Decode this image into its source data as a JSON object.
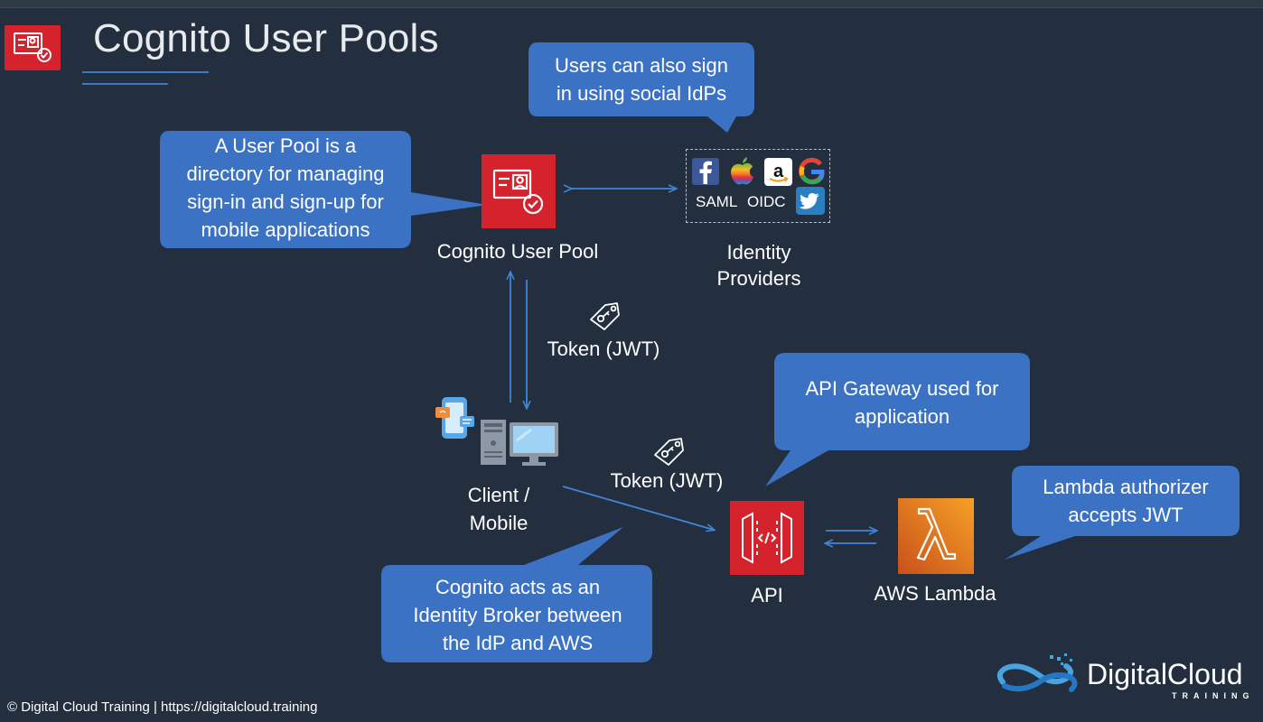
{
  "slide": {
    "title": "Cognito User Pools",
    "footer": "© Digital Cloud Training  | https://digitalcloud.training",
    "brand_name": "DigitalCloud",
    "brand_sub": "TRAINING"
  },
  "nodes": {
    "user_pool": "Cognito User Pool",
    "identity_providers_line1": "Identity",
    "identity_providers_line2": "Providers",
    "client_line1": "Client /",
    "client_line2": "Mobile",
    "api": "API",
    "lambda": "AWS Lambda"
  },
  "idp": {
    "saml": "SAML",
    "oidc": "OIDC"
  },
  "tokens": {
    "token_top": "Token (JWT)",
    "token_bottom": "Token (JWT)"
  },
  "callouts": {
    "user_pool_line1": "A User Pool is a",
    "user_pool_line2": "directory for managing",
    "user_pool_line3": "sign-in and sign-up for",
    "user_pool_line4": "mobile applications",
    "social_line1": "Users can also sign",
    "social_line2": "in using social IdPs",
    "gateway_line1": "API Gateway used for",
    "gateway_line2": "application",
    "authorizer_line1": "Lambda authorizer",
    "authorizer_line2": "accepts JWT",
    "broker_line1": "Cognito acts as an",
    "broker_line2": "Identity Broker between",
    "broker_line3": "the IdP and AWS"
  },
  "colors": {
    "background": "#232f3e",
    "callout": "#3b72c4",
    "cognito_red": "#d4232c",
    "lambda_orange": "#f08c1a",
    "arrow": "#3f86d8"
  },
  "icons": [
    "cognito-icon",
    "facebook-icon",
    "apple-icon",
    "amazon-icon",
    "google-icon",
    "twitter-icon",
    "token-tag-icon",
    "mobile-phone-icon",
    "desktop-computer-icon",
    "api-gateway-icon",
    "lambda-icon",
    "digitalcloud-logo-icon"
  ]
}
